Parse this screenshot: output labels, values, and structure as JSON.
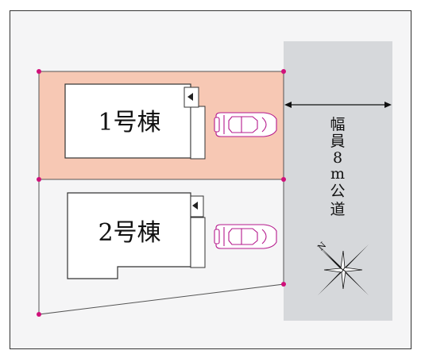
{
  "buildings": {
    "building_1": {
      "label": "1号棟"
    },
    "building_2": {
      "label": "2号棟"
    }
  },
  "road": {
    "chars": [
      "幅",
      "員",
      "8",
      "m",
      "公",
      "道"
    ]
  },
  "compass": {
    "north_label": "N"
  },
  "colors": {
    "lot_1_fill": "#f7c8b4",
    "boundary_point": "#d0107a",
    "road_fill": "#d6d8db",
    "car_outline": "#b5198c",
    "line": "#333333"
  }
}
